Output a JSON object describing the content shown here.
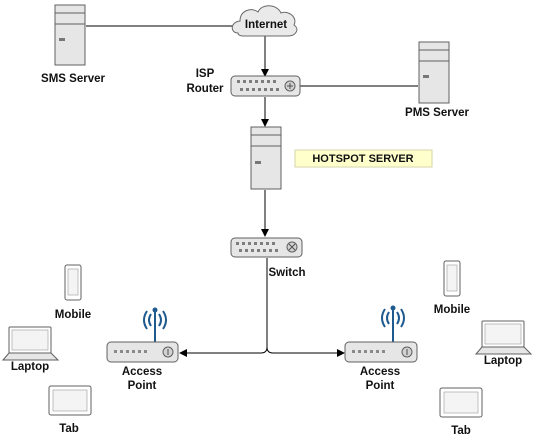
{
  "nodes": {
    "internet": "Internet",
    "sms_server": "SMS Server",
    "isp_router": [
      "ISP",
      "Router"
    ],
    "pms_server": "PMS Server",
    "hotspot_server": "HOTSPOT SERVER",
    "switch": "Switch",
    "left_access_point": [
      "Access",
      "Point"
    ],
    "right_access_point": [
      "Access",
      "Point"
    ],
    "left_mobile": "Mobile",
    "left_laptop": "Laptop",
    "left_tab": "Tab",
    "right_mobile": "Mobile",
    "right_laptop": "Laptop",
    "right_tab": "Tab"
  },
  "colors": {
    "device_fill": "#e6e6e6",
    "device_stroke": "#606060",
    "cloud_fill": "#eaeaea",
    "hotspot_highlight": "#ffffcc"
  }
}
